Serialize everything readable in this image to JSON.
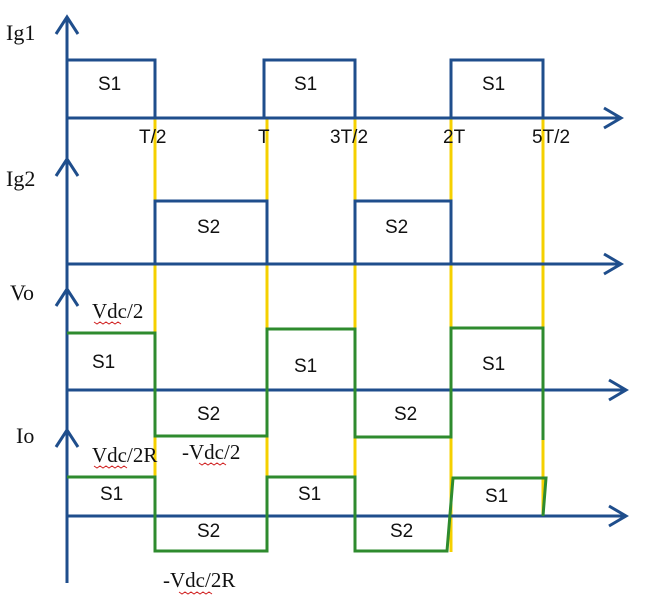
{
  "labels": {
    "ig1": "Ig1",
    "ig2": "Ig2",
    "vo": "Vo",
    "io": "Io"
  },
  "ticks": {
    "half_t": "T/2",
    "t": "T",
    "three_half_t": "3T/2",
    "two_t": "2T",
    "five_half_t": "5T/2"
  },
  "switch_labels": {
    "s1": "S1",
    "s2": "S2"
  },
  "levels": {
    "vo_pos": "Vdc/2",
    "vo_neg": "-Vdc/2",
    "io_pos": "Vdc/2R",
    "io_neg": "-Vdc/2R"
  },
  "colors": {
    "axis": "#1f4e8c",
    "gate": "#1f4e8c",
    "waveform": "#2e8b2e",
    "divider": "#f5d000",
    "squiggle": "#d02020"
  }
}
